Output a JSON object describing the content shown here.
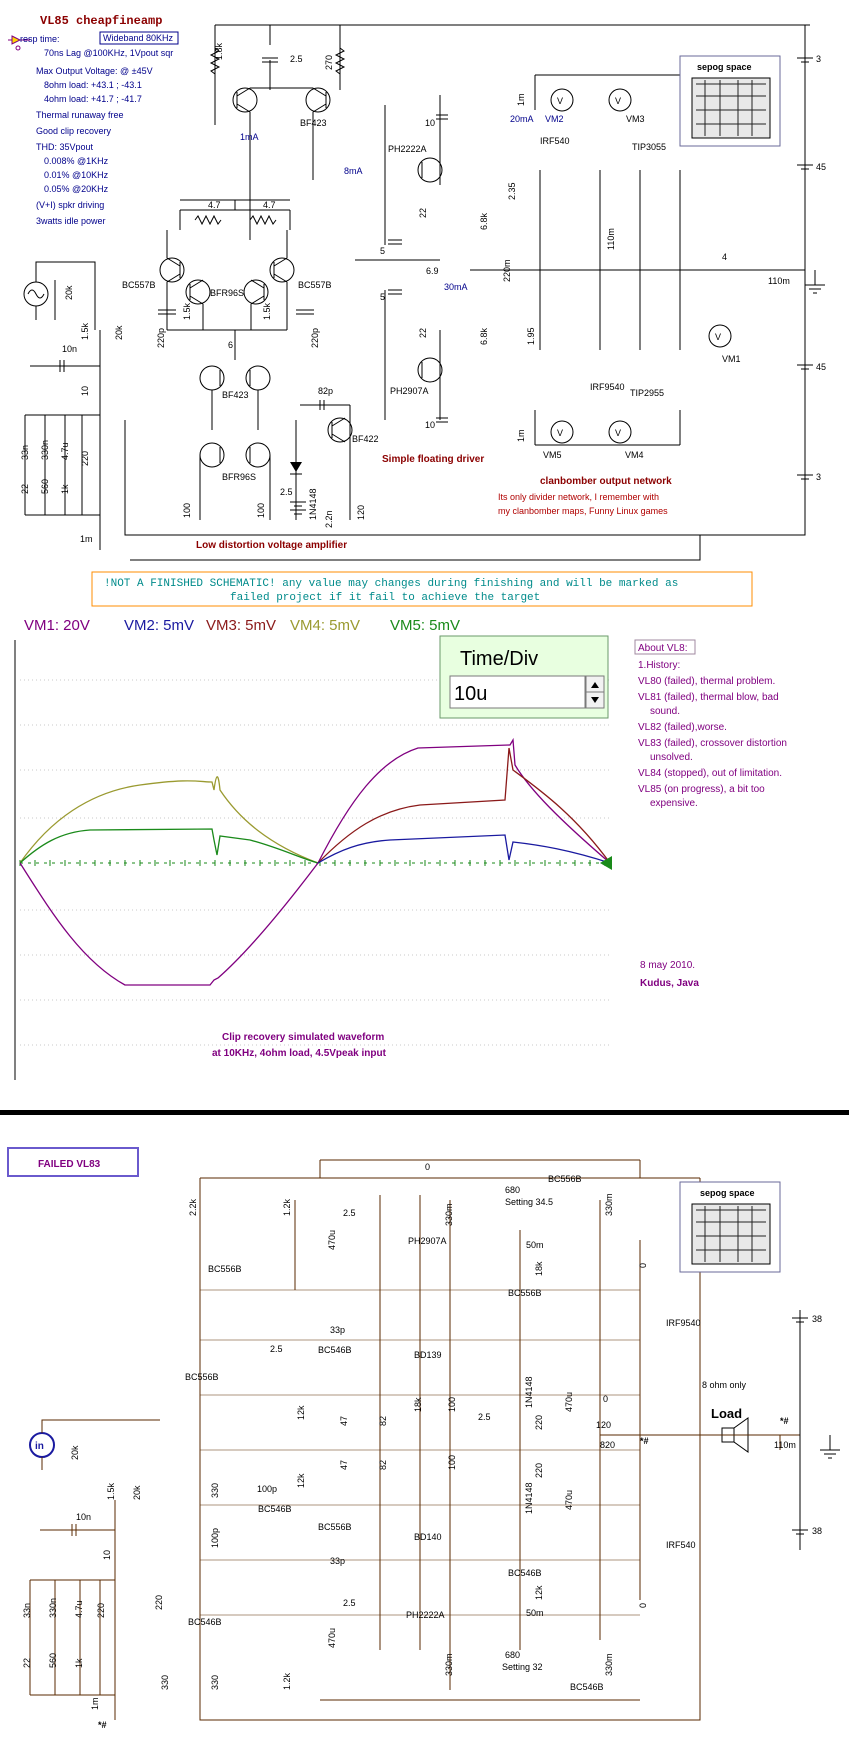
{
  "top_schematic": {
    "title": "VL85  cheapfineamp",
    "resp_label": "resp time:",
    "wideband": "Wideband 80KHz",
    "specs": [
      "70ns Lag @100KHz, 1Vpout sqr",
      "Max Output Voltage:  @ ±45V",
      "8ohm load: +43.1 ; -43.1",
      "4ohm load: +41.7 ; -41.7",
      "Thermal runaway free",
      "Good clip recovery",
      "THD: 35Vpout",
      "0.008% @1KHz",
      "0.01% @10KHz",
      "0.05% @20KHz",
      "(V+I) spkr driving",
      "3watts idle power"
    ],
    "labels": {
      "bf423_top": "BF423",
      "ma1": "1mA",
      "ma8": "8mA",
      "bc557b_l": "BC557B",
      "bc557b_r": "BC557B",
      "bfr96s_1": "BFR96S",
      "bfr96s_2": "BFR96S",
      "bf423_mid": "BF423",
      "bf422": "BF422",
      "in4148": "1N4148",
      "ph2222a": "PH2222A",
      "ph2907a": "PH2907A",
      "irf540": "IRF540",
      "irf9540": "IRF9540",
      "tip3055": "TIP3055",
      "tip2955": "TIP2955",
      "ma20": "20mA",
      "ma30": "30mA",
      "vm1": "VM1",
      "vm2": "VM2",
      "vm3": "VM3",
      "vm4": "VM4",
      "vm5": "VM5",
      "r_1_8k": "1.8k",
      "r_2_5": "2.5",
      "r_270": "270",
      "r_4_7a": "4.7",
      "r_4_7b": "4.7",
      "r_1_5k_a": "1.5k",
      "r_1_5k_b": "1.5k",
      "r_1_5k_c": "1.5k",
      "r_20k_a": "20k",
      "r_20k_b": "20k",
      "c_220p_a": "220p",
      "c_220p_b": "220p",
      "c_10n": "10n",
      "r_10": "10",
      "r_220": "220",
      "c_33n": "33n",
      "c_330n": "330n",
      "r_560": "560",
      "r_1k": "1k",
      "c_4_7u": "4.7u",
      "r_22": "22",
      "c_1m": "1m",
      "r_100_a": "100",
      "r_100_b": "100",
      "r_6": "6",
      "c_82p": "82p",
      "c_2_5_b": "2.5",
      "c_2_2n": "2.2n",
      "r_120": "120",
      "r_5_a": "5",
      "r_5_b": "5",
      "r_22_a": "22",
      "r_22_b": "22",
      "r_6_9": "6.9",
      "c_10_a": "10",
      "c_10_b": "10",
      "r_6_8k_a": "6.8k",
      "r_6_8k_b": "6.8k",
      "r_220m": "220m",
      "r_2_35": "2.35",
      "r_1_95": "1.95",
      "r_110m": "110m",
      "r_4": "4",
      "r_110m_out": "110m",
      "c_1m_a": "1m",
      "c_1m_b": "1m",
      "v_3_top": "3",
      "v_45_top": "45",
      "v_45_bot": "45",
      "v_3_bot": "3"
    },
    "sepog": "sepog space",
    "section_voltage_amp": "Low distortion voltage amplifier",
    "section_driver": "Simple floating driver",
    "section_output": "clanbomber output network",
    "output_note_1": "Its only divider network, I remember with",
    "output_note_2": "my clanbomber maps, Funny Linux games",
    "warning_1": "!NOT A FINISHED SCHEMATIC! any value may changes during finishing and will be marked as",
    "warning_2": "failed project if it fail to achieve the target"
  },
  "scope": {
    "channels": [
      {
        "label": "VM1: 20V",
        "color": "#800080"
      },
      {
        "label": "VM2: 5mV",
        "color": "#1a1aa0"
      },
      {
        "label": "VM3: 5mV",
        "color": "#8b1a1a"
      },
      {
        "label": "VM4: 5mV",
        "color": "#9a9a30"
      },
      {
        "label": "VM5: 5mV",
        "color": "#1a8a1a"
      }
    ],
    "time_div_title": "Time/Div",
    "time_div_value": "10u",
    "caption_1": "Clip recovery simulated waveform",
    "caption_2": "at 10KHz, 4ohm load, 4.5Vpeak input"
  },
  "about": {
    "title": "About VL8:",
    "lines": [
      "1.History:",
      "VL80 (failed), thermal problem.",
      "VL81 (failed), thermal blow, bad",
      "sound.",
      "VL82 (failed),worse.",
      "VL83 (failed), crossover distortion",
      "unsolved.",
      "VL84 (stopped), out of limitation.",
      "VL85 (on progress), a bit too",
      "expensive."
    ],
    "date": "8 may 2010.",
    "place": "Kudus, Java"
  },
  "bottom_schematic": {
    "badge": "FAILED VL83",
    "sepog": "sepog space",
    "labels": {
      "r_0_top": "0",
      "r_680_top": "680",
      "setting_top": "Setting 34.5",
      "bc556b_top": "BC556B",
      "r_2_2k": "2.2k",
      "r_1_2k_a": "1.2k",
      "r_2_5_a": "2.5",
      "ph2907a": "PH2907A",
      "r_330m_a": "330m",
      "r_330m_b": "330m",
      "r_50m_a": "50m",
      "r_18k_a": "18k",
      "r_0_a": "0",
      "bc556b_1": "BC556B",
      "bc556b_2": "BC556B",
      "bc556b_3": "BC556B",
      "irf9540": "IRF9540",
      "v_38_top": "38",
      "c_33p_a": "33p",
      "bc546b_1": "BC546B",
      "bd139": "BD139",
      "r_2_5_b": "2.5",
      "r_470u_a": "470u",
      "in4148_a": "1N4148",
      "r_220_a": "220",
      "r_12k_a": "12k",
      "r_47_a": "47",
      "r_82_a": "82",
      "r_18k_b": "18k",
      "r_100_a": "100",
      "r_2_5_c": "2.5",
      "r_120": "120",
      "r_0_b": "0",
      "eight_ohm": "8 ohm only",
      "load": "Load",
      "star_a": "*#",
      "r_820": "820",
      "star_b": "*#",
      "r_110m": "110m",
      "in_label": "in",
      "r_20k_a": "20k",
      "r_20k_b": "20k",
      "r_1_5k": "1.5k",
      "c_10n": "10n",
      "r_12k_b": "12k",
      "r_47_b": "47",
      "r_82_b": "82",
      "r_100_b": "100",
      "r_220_b": "220",
      "in4148_b": "1N4148",
      "c_470u_b": "470u",
      "c_100p": "100p",
      "r_10": "10",
      "r_330_a": "330",
      "c_100p_b": "100p",
      "bd140": "BD140",
      "bc546b_2": "BC546B",
      "c_33p_b": "33p",
      "irf540": "IRF540",
      "v_38_bot": "38",
      "c_33n": "33n",
      "c_330n": "330n",
      "r_220_c": "220",
      "r_22": "22",
      "r_560": "560",
      "r_1k": "1k",
      "c_4_7u": "4.7u",
      "bc546b_3": "BC546B",
      "r_330_b": "330",
      "r_330_c": "330",
      "r_1_2k_b": "1.2k",
      "ph2222a": "PH2222A",
      "r_2_5_d": "2.5",
      "c_470u_c": "470u",
      "r_12k_c": "12k",
      "r_50m_b": "50m",
      "r_680_bot": "680",
      "setting_bot": "Setting 32",
      "bc546b_4": "BC546B",
      "r_330m_c": "330m",
      "r_330m_d": "330m",
      "r_0_c": "0",
      "c_1m": "1m",
      "star_c": "*#",
      "r_220_d": "220"
    }
  }
}
